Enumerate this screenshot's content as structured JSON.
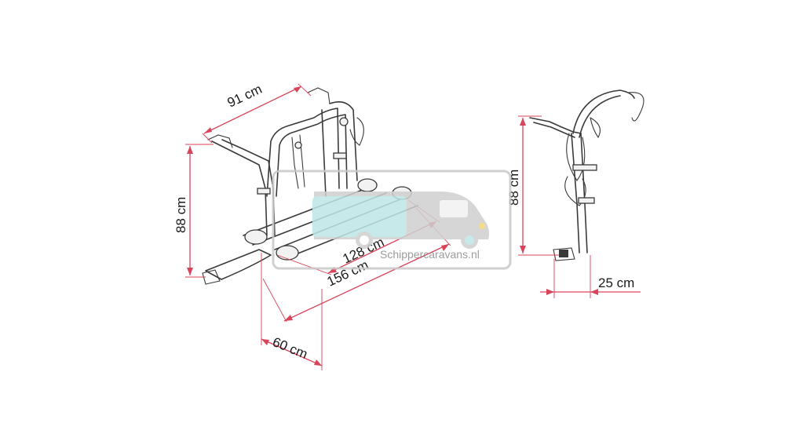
{
  "dimensions": {
    "width_top": "91 cm",
    "height_left": "88 cm",
    "rail_inner": "128 cm",
    "rail_outer": "156 cm",
    "depth_bottom": "60 cm",
    "side_height": "88 cm",
    "side_depth": "25 cm"
  },
  "watermark": {
    "text": "Schippercaravans.nl",
    "colors": {
      "border": "#c8c8c8",
      "vehicle": "#cfcfcf",
      "accent": "#bfe6e6",
      "light": "#f3d67a"
    }
  },
  "colors": {
    "dimension": "#d9445a",
    "line": "#3a3a3a"
  }
}
